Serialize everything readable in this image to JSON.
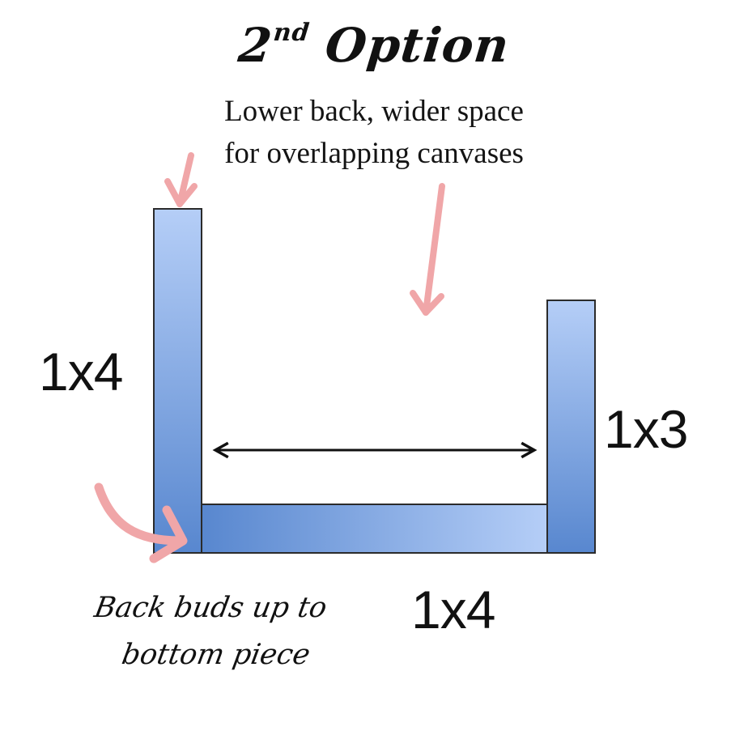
{
  "title": {
    "main": "2",
    "superscript": "nd",
    "rest": " Option"
  },
  "subtitle": {
    "line1": "Lower back, wider space",
    "line2": "for overlapping canvases"
  },
  "labels": {
    "left_board": "1x4",
    "right_board": "1x3",
    "bottom_board": "1x4"
  },
  "note": {
    "line1": "Back buds up to",
    "line2": "bottom piece"
  },
  "colors": {
    "board_light": "#b3ccf5",
    "board_dark": "#5a8ad0",
    "arrow_pink": "#f0a6a8",
    "dimension_arrow": "#111111"
  }
}
